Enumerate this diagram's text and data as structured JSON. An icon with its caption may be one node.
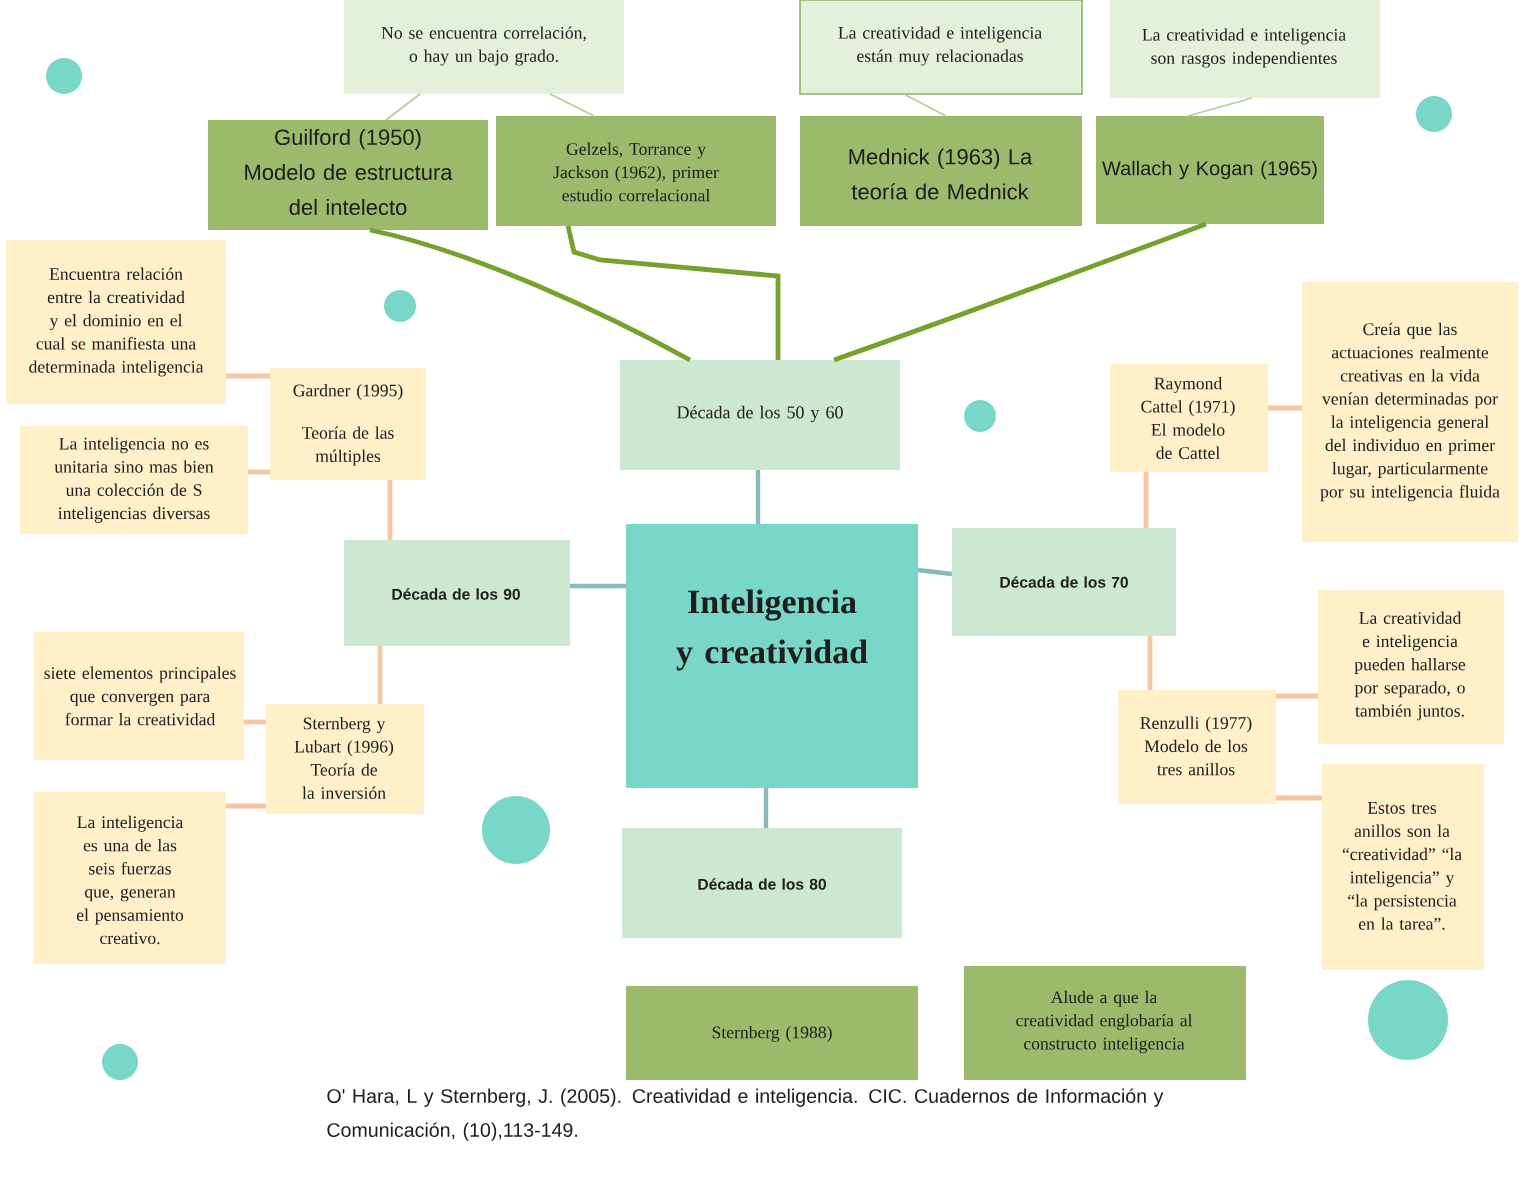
{
  "diagram": {
    "caption": "O' Hara, L y Sternberg, J. (2005). Creatividad e inteligencia. CIC. Cuadernos de Información y Comunicación, (10),113-149.",
    "nodes": [
      {
        "text": [
          "Inteligencia y creatividad"
        ]
      },
      {
        "text": [
          "Década de los 50 y 60"
        ]
      },
      {
        "text": [
          "Década de los 70"
        ]
      },
      {
        "text": [
          "Década de los 80"
        ]
      },
      {
        "text": [
          "Década de los 90"
        ]
      },
      {
        "text": [
          "Guilford (1950) Modelo de estructura del intelecto"
        ]
      },
      {
        "text": [
          "Gelzels, Torrance y Jackson (1962), primer estudio correlacional"
        ]
      },
      {
        "text": [
          "Mednick (1963) La teoría de Mednick"
        ]
      },
      {
        "text": [
          "Wallach y Kogan (1965)"
        ]
      },
      {
        "text": [
          "No se encuentra correlación, o hay un bajo grado."
        ]
      },
      {
        "text": [
          "La creatividad e inteligencia están muy relacionadas"
        ]
      },
      {
        "text": [
          "La creatividad e inteligencia son rasgos independientes"
        ]
      },
      {
        "text": [
          "Encuentra relación entre la creatividad y el dominio en el cual se manifiesta una determinada inteligencia"
        ]
      },
      {
        "text": [
          "Gardner (1995)",
          "Teoría de las múltiples"
        ]
      },
      {
        "text": [
          "La inteligencia no es unitaria sino mas bien una colección de S inteligencias diversas"
        ]
      },
      {
        "text": [
          "siete elementos principales que convergen para formar la creatividad"
        ]
      },
      {
        "text": [
          "Sternberg y Lubart (1996) Teoría de la inversión"
        ]
      },
      {
        "text": [
          "La inteligencia es una de las seis fuerzas que, generan el pensamiento creativo."
        ]
      },
      {
        "text": [
          "Raymond Cattel (1971) El modelo de Cattel"
        ]
      },
      {
        "text": [
          "Creía que las actuaciones realmente creativas en la vida venían determinadas por la inteligencia general del individuo en primer lugar, particularmente por su inteligencia fluida"
        ]
      },
      {
        "text": [
          "La creatividad e inteligencia pueden hallarse por separado, o también juntos."
        ]
      },
      {
        "text": [
          "Renzulli (1977) Modelo de los tres anillos"
        ]
      },
      {
        "text": [
          "Estos tres anillos son la “creatividad” “la inteligencia” y “la persistencia en la tarea”."
        ]
      },
      {
        "text": [
          "Sternberg (1988)"
        ]
      },
      {
        "text": [
          "Alude a que la creatividad englobaría al constructo inteligencia"
        ]
      }
    ],
    "edges": [
      {
        "from": 0,
        "to": 1,
        "arrow": "none",
        "color": "#89b9bd"
      },
      {
        "from": 0,
        "to": 2,
        "arrow": "none",
        "color": "#89b9bd"
      },
      {
        "from": 0,
        "to": 3,
        "arrow": "none",
        "color": "#89b9bd"
      },
      {
        "from": 0,
        "to": 4,
        "arrow": "none",
        "color": "#89b9bd"
      },
      {
        "from": 1,
        "to": 5,
        "arrow": "none",
        "color": "#76a12c"
      },
      {
        "from": 1,
        "to": 6,
        "arrow": "none",
        "color": "#76a12c"
      },
      {
        "from": 1,
        "to": 8,
        "arrow": "none",
        "color": "#76a12c"
      },
      {
        "from": 9,
        "to": 5,
        "arrow": "none",
        "color": "#b3cf98"
      },
      {
        "from": 9,
        "to": 6,
        "arrow": "none",
        "color": "#b3cf98"
      },
      {
        "from": 10,
        "to": 7,
        "arrow": "none",
        "color": "#b3cf98"
      },
      {
        "from": 11,
        "to": 8,
        "arrow": "none",
        "color": "#b3cf98"
      },
      {
        "from": 4,
        "to": 13,
        "arrow": "none"
      },
      {
        "from": 13,
        "to": 12,
        "arrow": "none"
      },
      {
        "from": 13,
        "to": 14,
        "arrow": "none"
      },
      {
        "from": 4,
        "to": 16,
        "arrow": "none"
      },
      {
        "from": 16,
        "to": 15,
        "arrow": "none"
      },
      {
        "from": 16,
        "to": 17,
        "arrow": "none"
      },
      {
        "from": 2,
        "to": 18,
        "arrow": "none"
      },
      {
        "from": 18,
        "to": 19,
        "arrow": "none"
      },
      {
        "from": 2,
        "to": 21,
        "arrow": "none"
      },
      {
        "from": 21,
        "to": 20,
        "arrow": "none"
      },
      {
        "from": 21,
        "to": 22,
        "arrow": "none"
      }
    ]
  }
}
